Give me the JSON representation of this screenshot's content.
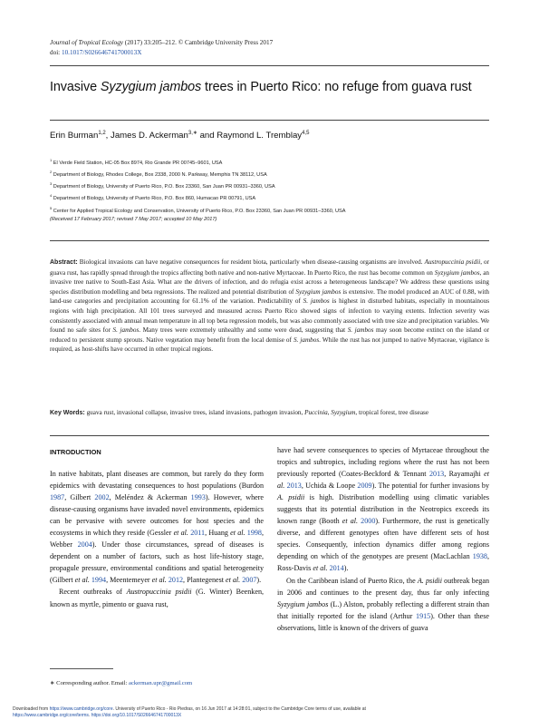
{
  "header": {
    "journal": "Journal of Tropical Ecology",
    "citation": "(2017) 33:205–212. © Cambridge University Press 2017",
    "doi_label": "doi:",
    "doi": "10.1017/S026646741700013X"
  },
  "title": {
    "part1": "Invasive ",
    "species": "Syzygium jambos",
    "part2": " trees in Puerto Rico: no refuge from guava rust"
  },
  "authors": {
    "a1": "Erin Burman",
    "a1_sup": "1,2",
    "a2": "James D. Ackerman",
    "a2_sup": "3,∗",
    "a3": "and Raymond L. Tremblay",
    "a3_sup": "4,5"
  },
  "affiliations": [
    {
      "num": "1",
      "text": "El Verde Field Station, HC-05 Box 8974, Rio Grande PR 00745–9601, USA"
    },
    {
      "num": "2",
      "text": "Department of Biology, Rhodes College, Box 2338, 2000 N. Parkway, Memphis TN 38112, USA"
    },
    {
      "num": "3",
      "text": "Department of Biology, University of Puerto Rico, P.O. Box 23360, San Juan PR 00931–3360, USA"
    },
    {
      "num": "4",
      "text": "Department of Biology, University of Puerto Rico, P.O. Box 860, Humacao PR 00791, USA"
    },
    {
      "num": "5",
      "text": "Center for Applied Tropical Ecology and Conservation, University of Puerto Rico, P.O. Box 23360, San Juan PR 00931–3360, USA"
    }
  ],
  "received": "(Received 17 February 2017; revised 7 May 2017; accepted 10 May 2017)",
  "abstract": {
    "label": "Abstract:",
    "s1": "Biological invasions can have negative consequences for resident biota, particularly when disease-causing organisms are involved. ",
    "s2": "Austropuccinia psidii",
    "s3": ", or guava rust, has rapidly spread through the tropics affecting both native and non-native Myrtaceae. In Puerto Rico, the rust has become common on ",
    "s4": "Syzygium jambos",
    "s5": ", an invasive tree native to South-East Asia. What are the drivers of infection, and do refugia exist across a heterogeneous landscape? We address these questions using species distribution modelling and beta regressions. The realized and potential distribution of ",
    "s6": "Syzygium jambos",
    "s7": " is extensive. The model produced an AUC of 0.88, with land-use categories and precipitation accounting for 61.1% of the variation. Predictability of ",
    "s8": "S. jambos",
    "s9": " is highest in disturbed habitats, especially in mountainous regions with high precipitation. All 101 trees surveyed and measured across Puerto Rico showed signs of infection to varying extents. Infection severity was consistently associated with annual mean temperature in all top beta regression models, but was also commonly associated with tree size and precipitation variables. We found no safe sites for ",
    "s10": "S. jambos",
    "s11": ". Many trees were extremely unhealthy and some were dead, suggesting that ",
    "s12": "S. jambos",
    "s13": " may soon become extinct on the island or reduced to persistent stump sprouts. Native vegetation may benefit from the local demise of ",
    "s14": "S. jambos",
    "s15": ". While the rust has not jumped to native Myrtaceae, vigilance is required, as host-shifts have occurred in other tropical regions."
  },
  "keywords": {
    "label": "Key Words:",
    "k1": "guava rust, invasional collapse, invasive trees, island invasions, pathogen invasion, ",
    "k2": "Puccinia",
    "k3": ", ",
    "k4": "Syzygium",
    "k5": ", tropical forest, tree disease"
  },
  "intro": {
    "heading": "INTRODUCTION",
    "p1a": "In native habitats, plant diseases are common, but rarely do they form epidemics with devastating consequences to host populations (Burdon ",
    "p1c1": "1987",
    "p1b": ", Gilbert ",
    "p1c2": "2002",
    "p1c": ", Meléndez & Ackerman ",
    "p1c3": "1993",
    "p1d": "). However, where disease-causing organisms have invaded novel environments, epidemics can be pervasive with severe outcomes for host species and the ecosystems in which they reside (Gessler ",
    "p1e_it": "et al.",
    "p1f": " ",
    "p1c4": "2011",
    "p1g": ", Huang ",
    "p1h_it": "et al.",
    "p1i": " ",
    "p1c5": "1998",
    "p1j": ", Webber ",
    "p1c6": "2004",
    "p1k": "). Under those circumstances, spread of diseases is dependent on a number of factors, such as host life-history stage, propagule pressure, environmental conditions and spatial heterogeneity (Gilbert ",
    "p1l_it": "et al.",
    "p1m": " ",
    "p1c7": "1994",
    "p1n": ", Meentemeyer ",
    "p1o_it": "et al.",
    "p1p": " ",
    "p1c8": "2012",
    "p1q": ", Plantegenest ",
    "p1r_it": "et al.",
    "p1s": " ",
    "p1c9": "2007",
    "p1t": ").",
    "p2a": "Recent outbreaks of ",
    "p2b_it": "Austropuccinia psidii",
    "p2c": " (G. Winter) Beenken, known as myrtle, pimento or guava rust,"
  },
  "right": {
    "p1a": "have had severe consequences to species of Myrtaceae throughout the tropics and subtropics, including regions where the rust has not been previously reported (Coates-Beckford & Tennant ",
    "c1": "2013",
    "p1b": ", Rayamajhi ",
    "p1b_it": "et al.",
    "p1b2": " ",
    "c2": "2013",
    "p1c": ", Uchida & Loope ",
    "c3": "2009",
    "p1d": "). The potential for further invasions by ",
    "p1d_it": "A. psidii",
    "p1e": " is high. Distribution modelling using climatic variables suggests that its potential distribution in the Neotropics exceeds its known range (Booth ",
    "p1e_it": "et al.",
    "p1f": " ",
    "c4": "2000",
    "p1g": "). Furthermore, the rust is genetically diverse, and different genotypes often have different sets of host species. Consequently, infection dynamics differ among regions depending on which of the genotypes are present (MacLachlan ",
    "c5": "1938",
    "p1h": ", Ross-Davis ",
    "p1h_it": "et al.",
    "p1i": " ",
    "c6": "2014",
    "p1j": ").",
    "p2a": "On the Caribbean island of Puerto Rico, the ",
    "p2a_it": "A. psidii",
    "p2b": " outbreak began in 2006 and continues to the present day, thus far only infecting ",
    "p2b_it": "Syzygium jambos",
    "p2c": " (L.) Alston, probably reflecting a different strain than that initially reported for the island (Arthur ",
    "c7": "1915",
    "p2d": "). Other than these observations, little is known of the drivers of guava"
  },
  "footnote": {
    "text": "∗ Corresponding author. Email: ",
    "email": "ackerman.upr@gmail.com"
  },
  "footer": {
    "l1a": "Downloaded from ",
    "l1url": "https://www.cambridge.org/core",
    "l1b": ". University of Puerto Rico - Rio Piedras, on 16 Jun 2017 at 14:28:01, subject to the Cambridge Core terms of use, available at",
    "l2url": "https://www.cambridge.org/core/terms",
    "l2b": ". ",
    "l2c": "https://doi.org/10.1017/S026646741700013X"
  }
}
